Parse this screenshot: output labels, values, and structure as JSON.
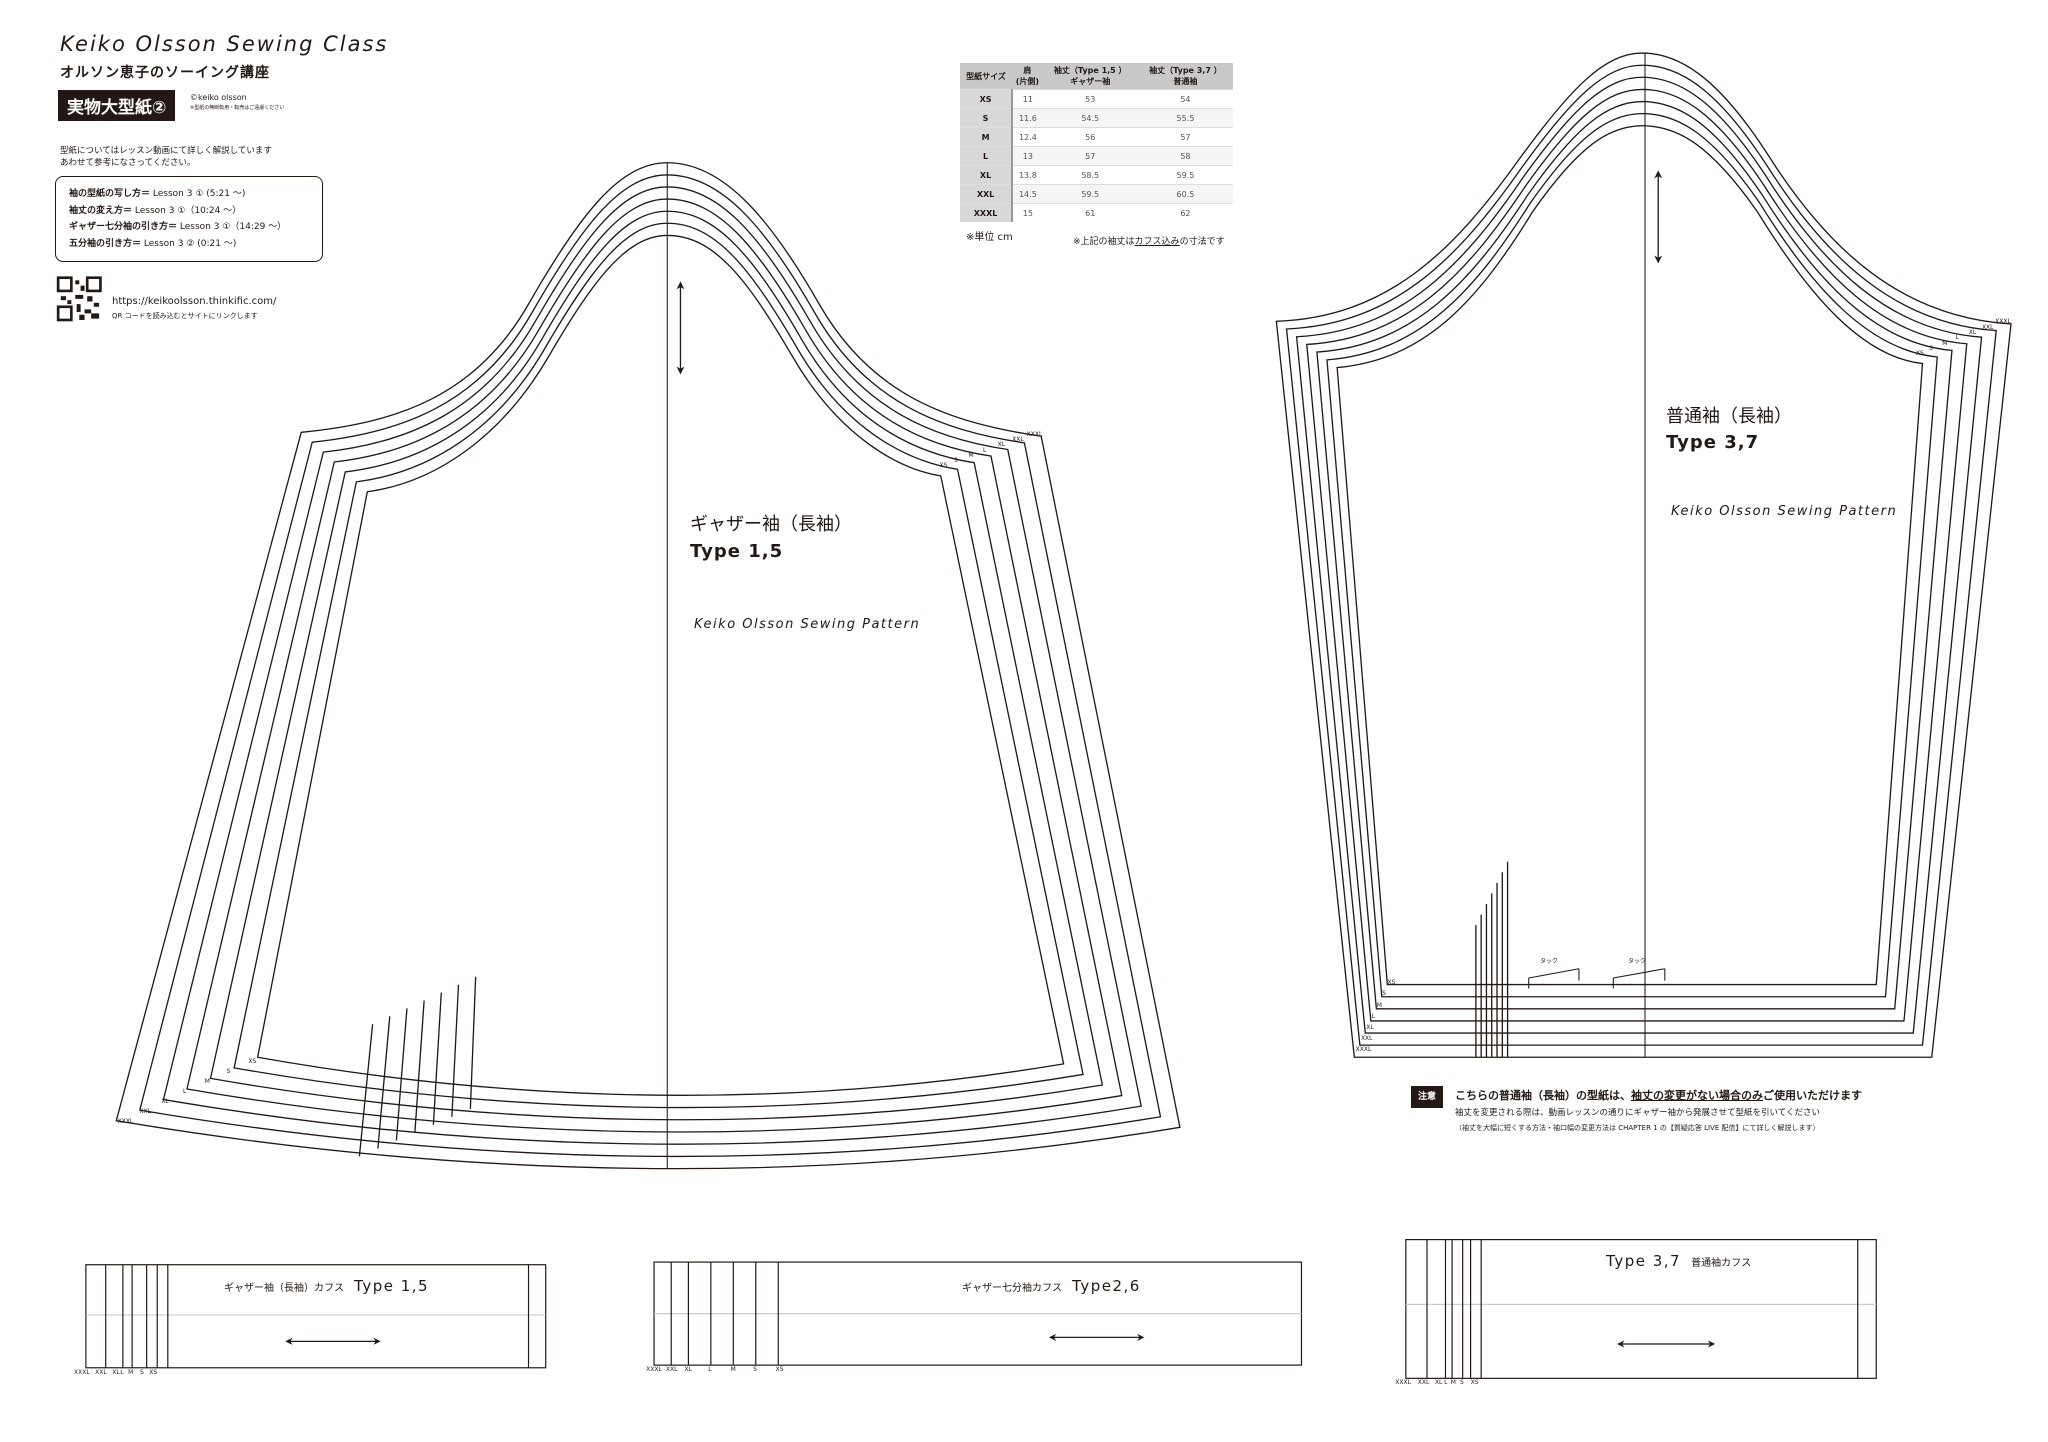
{
  "header": {
    "title": "Keiko Olsson Sewing Class",
    "subtitle": "オルソン恵子のソーイング講座",
    "badge": "実物大型紙②",
    "copyright": "©keiko olsson",
    "copyright_note": "※型紙の無断転用・転売はご遠慮ください",
    "description_1": "型紙についてはレッスン動画にて詳しく解説しています",
    "description_2": "あわせて参考になさってください。"
  },
  "lessons": [
    {
      "label": "袖の型紙の写し方＝",
      "ref": "Lesson 3 ① (5:21 〜)"
    },
    {
      "label": "袖丈の変え方＝",
      "ref": "Lesson 3 ①（10:24 〜）"
    },
    {
      "label": "ギャザー七分袖の引き方＝",
      "ref": "Lesson 3 ①（14:29 〜）"
    },
    {
      "label": "五分袖の引き方＝",
      "ref": "Lesson 3 ② (0:21 〜)"
    }
  ],
  "qr": {
    "url": "https://keikoolsson.thinkific.com/",
    "note": "QR コードを読み込むとサイトにリンクします"
  },
  "size_table": {
    "headers": [
      [
        "型紙サイズ",
        ""
      ],
      [
        "肩",
        "(片側)"
      ],
      [
        "袖丈（Type 1,5 ）",
        "ギャザー袖"
      ],
      [
        "袖丈（Type 3,7 ）",
        "普通袖"
      ]
    ],
    "rows": [
      [
        "XS",
        "11",
        "53",
        "54"
      ],
      [
        "S",
        "11.6",
        "54.5",
        "55.5"
      ],
      [
        "M",
        "12.4",
        "56",
        "57"
      ],
      [
        "L",
        "13",
        "57",
        "58"
      ],
      [
        "XL",
        "13.8",
        "58.5",
        "59.5"
      ],
      [
        "XXL",
        "14.5",
        "59.5",
        "60.5"
      ],
      [
        "XXXL",
        "15",
        "61",
        "62"
      ]
    ],
    "unit": "※単位 cm",
    "note_pre": "※上記の袖丈は",
    "note_u": "カフス込み",
    "note_post": "の寸法です"
  },
  "sleeves": {
    "gather": {
      "name": "ギャザー袖（長袖）",
      "type": "Type 1,5",
      "pattern": "Keiko Olsson  Sewing Pattern"
    },
    "regular": {
      "name": "普通袖（長袖）",
      "type": "Type 3,7",
      "pattern": "Keiko Olsson  Sewing Pattern",
      "tuck": "タック"
    }
  },
  "sizes": [
    "XS",
    "S",
    "M",
    "L",
    "XL",
    "XXL",
    "XXXL"
  ],
  "cuffs": [
    {
      "name": "ギャザー袖（長袖）カフス",
      "type": "Type 1,5"
    },
    {
      "name": "ギャザー七分袖カフス",
      "type": "Type2,6"
    },
    {
      "name": "普通袖カフス",
      "type": "Type 3,7"
    }
  ],
  "notice": {
    "badge": "注意",
    "line1_pre": "こちらの普通袖（長袖）の型紙は、",
    "line1_u": "袖丈の変更がない場合のみ",
    "line1_post": "ご使用いただけます",
    "line2": "袖丈を変更される際は、動画レッスンの通りにギャザー袖から発展させて型紙を引いてください",
    "line3": "（袖丈を大幅に短くする方法・袖口幅の変更方法は CHAPTER 1 の【質疑応答 LIVE 配信】にて詳しく解説します）"
  },
  "colors": {
    "ink": "#231815",
    "table_header": "#c9c9c9"
  }
}
